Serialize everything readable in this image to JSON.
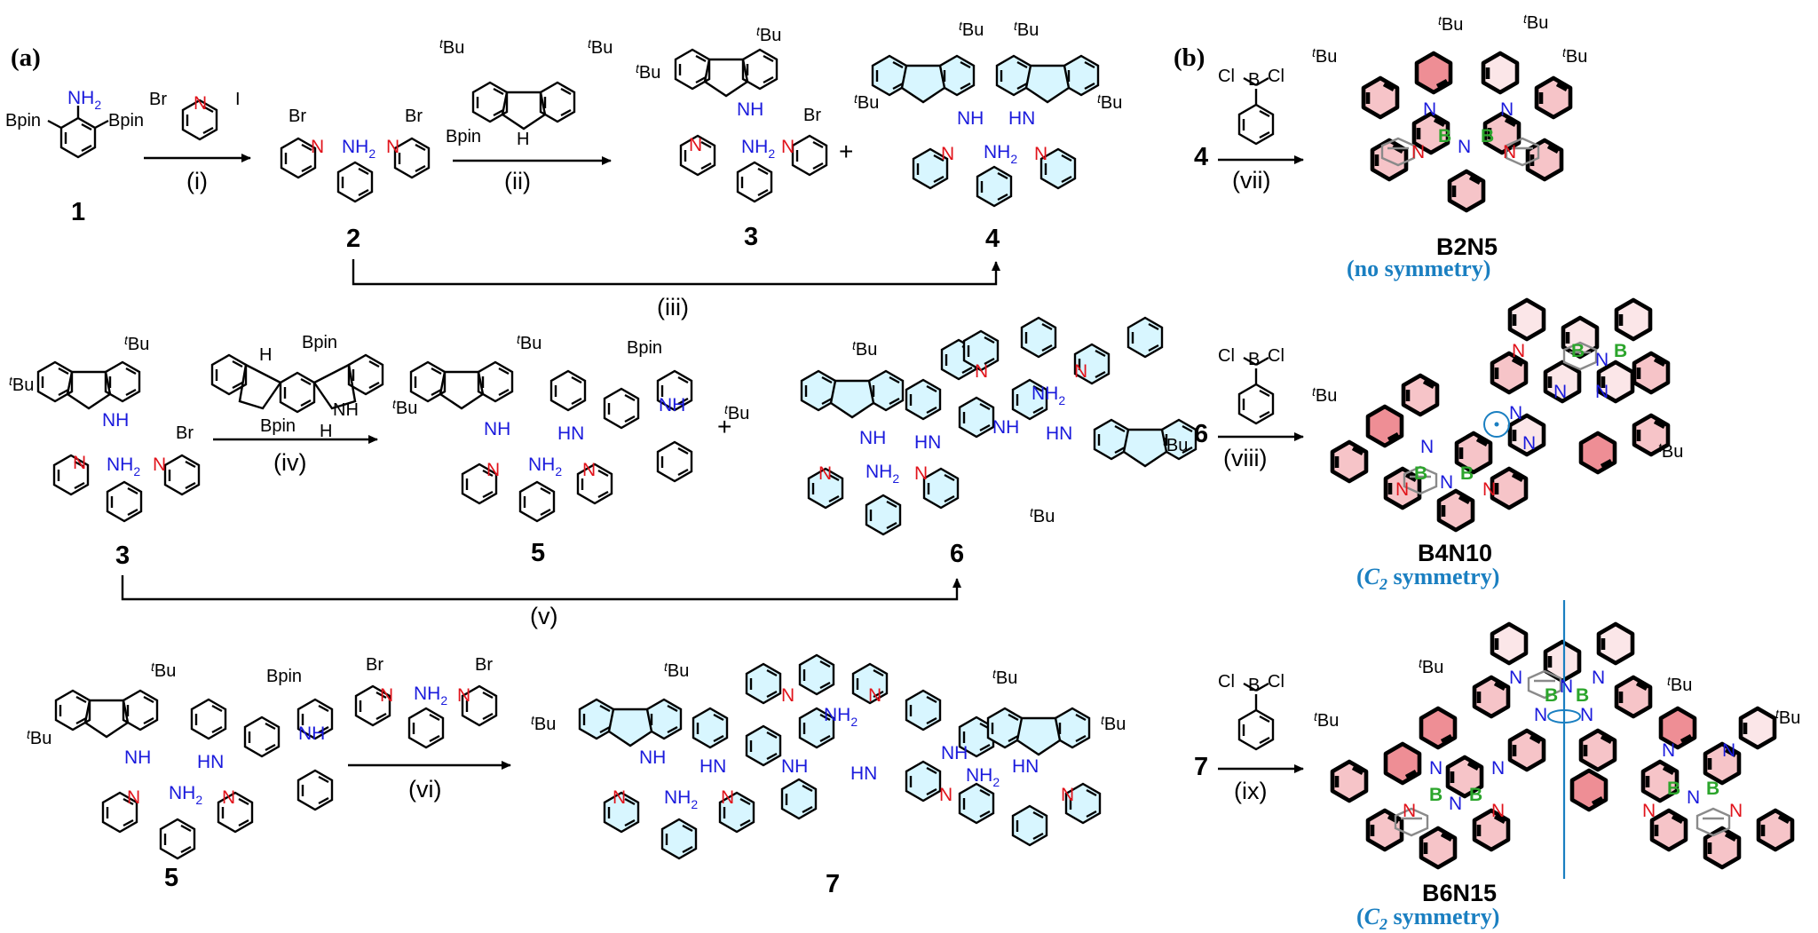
{
  "panels": {
    "a": "(a)",
    "b": "(b)"
  },
  "compounds": {
    "c1": "1",
    "c2": "2",
    "c3": "3",
    "c4": "4",
    "c3b": "3",
    "c5": "5",
    "c6": "6",
    "c5b": "5",
    "c7": "7",
    "c4b": "4",
    "c6b": "6",
    "c7b": "7"
  },
  "steps": {
    "i": "(i)",
    "ii": "(ii)",
    "iii": "(iii)",
    "iv": "(iv)",
    "v": "(v)",
    "vi": "(vi)",
    "vii": "(vii)",
    "viii": "(viii)",
    "ix": "(ix)"
  },
  "products": {
    "b2n5": "B2N5",
    "b2n5_sym": "(no symmetry)",
    "b4n10": "B4N10",
    "b4n10_sym_prefix": "(",
    "b4n10_sym_c": "C",
    "b4n10_sym_sub": "2",
    "b4n10_sym_rest": " symmetry)",
    "b6n15": "B6N15",
    "b6n15_sym_prefix": "(",
    "b6n15_sym_c": "C",
    "b6n15_sym_sub": "2",
    "b6n15_sym_rest": " symmetry)"
  },
  "atoms": {
    "bpin": "Bpin",
    "nh2": "NH",
    "nh2_sub": "2",
    "br": "Br",
    "i": "I",
    "n": "N",
    "b": "B",
    "nh": "NH",
    "hn": "HN",
    "h": "H",
    "tbu_t": "t",
    "tbu": "Bu",
    "cl": "Cl"
  },
  "colors": {
    "blue_axis": "#1a7fc1",
    "n_red": "#e1131b",
    "n_blue": "#1a1adc",
    "b_green": "#2ca52c",
    "cyan_fill": "#d8f6ff",
    "pink_fill": "#f6c4c8"
  }
}
